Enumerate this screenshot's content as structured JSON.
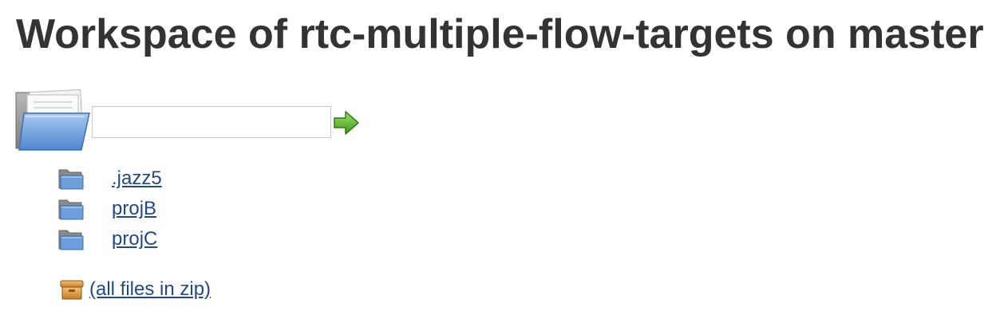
{
  "header": {
    "title": "Workspace of rtc-multiple-flow-targets on master"
  },
  "path_bar": {
    "folder_icon": "open-folder-icon",
    "input_value": "",
    "input_placeholder": "",
    "go_icon": "green-arrow-right-icon"
  },
  "entries": [
    {
      "name": ".jazz5",
      "icon": "folder-icon"
    },
    {
      "name": "projB",
      "icon": "folder-icon"
    },
    {
      "name": "projC",
      "icon": "folder-icon"
    }
  ],
  "zip": {
    "label": " (all files in zip)",
    "icon": "archive-box-icon"
  },
  "colors": {
    "title": "#333333",
    "link": "#204a87",
    "folder_blue": "#6d9fdc",
    "arrow_green": "#5cb82e",
    "box_orange": "#d9953a"
  }
}
